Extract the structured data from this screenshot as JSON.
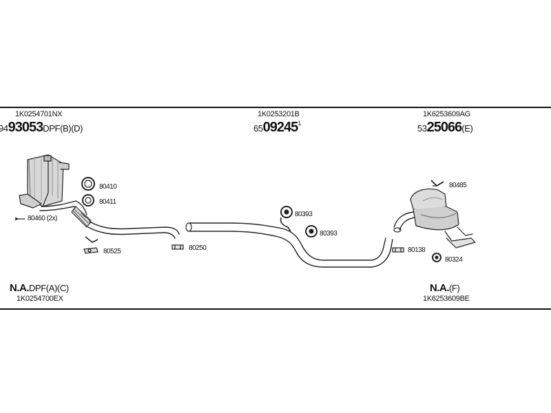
{
  "diagram": {
    "top": {
      "left": {
        "part_no": "1K0254701NX",
        "prefix": "94",
        "ref": "93053",
        "suffix": "DPF(B)(D)"
      },
      "center": {
        "part_no": "1K0253201B",
        "prefix": "65",
        "ref": "09245",
        "suffix": "1"
      },
      "right": {
        "part_no": "1K6253609AG",
        "prefix": "53",
        "ref": "25066",
        "suffix": "(E)"
      }
    },
    "bottom": {
      "left": {
        "na": "N.A.",
        "na_suffix": "DPF(A)(C)",
        "part_no": "1K0254700EX"
      },
      "right": {
        "na": "N.A.",
        "na_suffix": "(F)",
        "part_no": "1K6253609BE"
      }
    },
    "callouts": {
      "c80410": "80410",
      "c80411": "80411",
      "c80460": "80460 (2x)",
      "c80525": "80525",
      "c80250": "80250",
      "c80393a": "80393",
      "c80393b": "80393",
      "c80485": "80485",
      "c80138": "80138",
      "c80324": "80324"
    }
  }
}
